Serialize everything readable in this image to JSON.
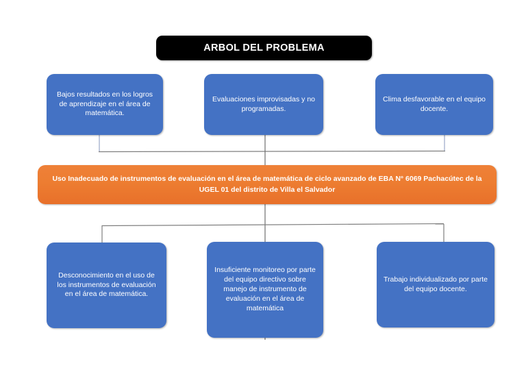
{
  "diagram": {
    "title": "ARBOL DEL PROBLEMA",
    "type": "problem-tree",
    "colors": {
      "title_bg": "#000000",
      "title_text": "#FFFFFF",
      "effect_box": "#4472C4",
      "cause_box": "#4472C4",
      "problem_box": "#ED7D31",
      "connector": "#7F7F7F",
      "background": "#FFFFFF"
    },
    "effects": [
      {
        "id": "effect-0",
        "text": "Bajos resultados en los logros de aprendizaje en el área de matemática."
      },
      {
        "id": "effect-1",
        "text": "Evaluaciones improvisadas y no programadas."
      },
      {
        "id": "effect-2",
        "text": "Clima desfavorable en el equipo docente."
      }
    ],
    "problem": {
      "id": "problem-box",
      "text": "Uso Inadecuado de instrumentos de evaluación en el área de matemática de ciclo avanzado de EBA N° 6069 Pachacútec de la UGEL 01 del distrito de Villa el Salvador"
    },
    "causes": [
      {
        "id": "cause-0",
        "text": "Desconocimiento en el uso de los instrumentos de evaluación en el área de matemática."
      },
      {
        "id": "cause-1",
        "text": "Insuficiente monitoreo por parte del equipo directivo sobre manejo de instrumento de evaluación en el área de matemática"
      },
      {
        "id": "cause-2",
        "text": "Trabajo individualizado por parte del equipo docente."
      }
    ]
  }
}
